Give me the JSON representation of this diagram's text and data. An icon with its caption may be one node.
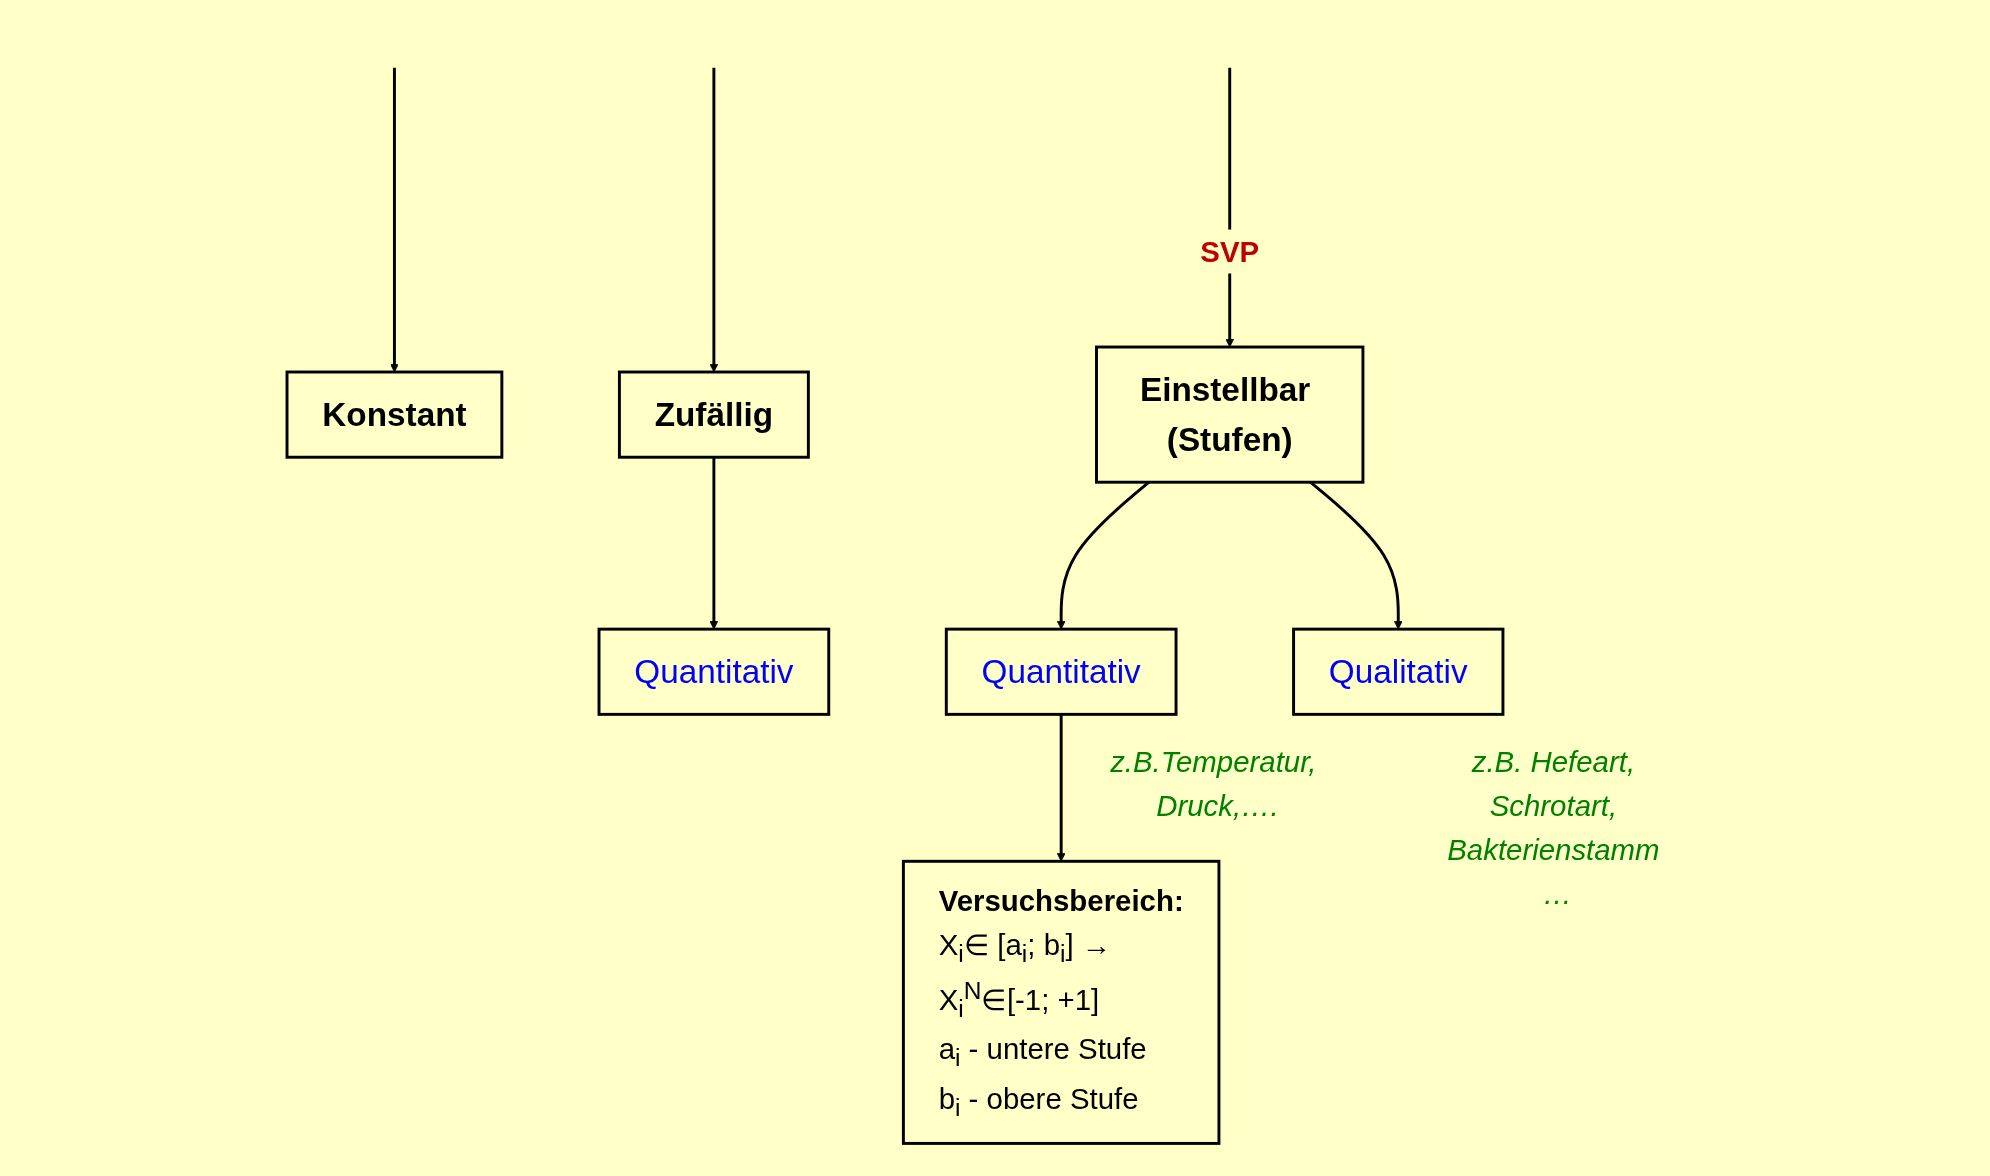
{
  "diagram": {
    "nodes": [
      {
        "text": [
          "Konstant"
        ]
      },
      {
        "text": [
          "Zufällig"
        ]
      },
      {
        "text": [
          "Quantitativ"
        ]
      },
      {
        "text": [
          "Einstellbar (Stufen)"
        ]
      },
      {
        "text": [
          "Quantitativ"
        ],
        "beside": [
          "z.B.Temperatur, Druck,…."
        ]
      },
      {
        "text": [
          "Qualitativ"
        ],
        "beside": [
          "z.B. Hefeart, Schrotart, Bakterienstamm …"
        ]
      },
      {
        "text": [
          "Versuchsbereich:",
          "X$_{i}$∈ [a$_{i}$; b$_{i}$] → X$_{i}$$^{N}$∈[-1; +1]",
          "a$_{i}$ - untere Stufe",
          "b$_{i}$ - obere Stufe"
        ]
      }
    ],
    "edges": [
      {
        "from": null,
        "to": 0,
        "arrow": "to"
      },
      {
        "from": null,
        "to": 1,
        "arrow": "to"
      },
      {
        "from": null,
        "to": 3,
        "arrow": "to",
        "label": "SVP"
      },
      {
        "from": 1,
        "to": 2,
        "arrow": "to"
      },
      {
        "from": 3,
        "to": 4,
        "arrow": "to"
      },
      {
        "from": 3,
        "to": 5,
        "arrow": "to"
      },
      {
        "from": 4,
        "to": 6,
        "arrow": "to"
      }
    ]
  }
}
